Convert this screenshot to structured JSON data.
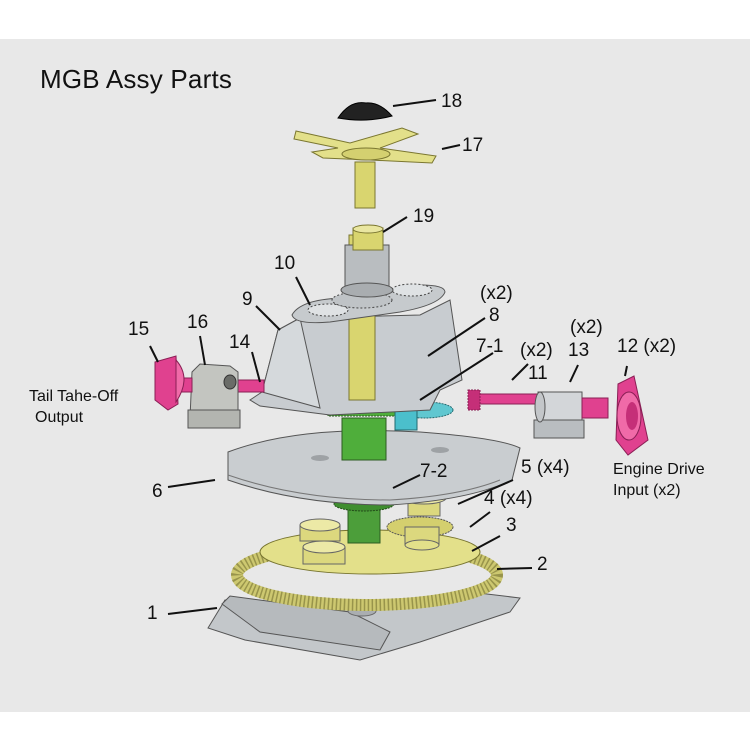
{
  "title": "MGB Assy Parts",
  "labels": {
    "p18": "18",
    "p17": "17",
    "p19": "19",
    "p10": "10",
    "p9": "9",
    "p8": "8",
    "p8_qty": "(x2)",
    "p7_1": "7-1",
    "p11": "11",
    "p11_qty": "(x2)",
    "p13": "13",
    "p13_qty": "(x2)",
    "p12": "12 (x2)",
    "p15": "15",
    "p16": "16",
    "p14": "14",
    "p6": "6",
    "p7_2": "7-2",
    "p5": "5 (x4)",
    "p4": "4 (x4)",
    "p3": "3",
    "p2": "2",
    "p1": "1"
  },
  "captions": {
    "tail_line1": "Tail Tahe-Off",
    "tail_line2": "Output",
    "engine_line1": "Engine Drive",
    "engine_line2": "Input (x2)"
  },
  "colors": {
    "background": "#e8e8e8",
    "yellow_part": "#e3e08a",
    "grey_part": "#c5c9cc",
    "pink_part": "#e0418f",
    "green_gear": "#4fae3b",
    "cyan_gear": "#4bbfcc",
    "black_cap": "#222222"
  }
}
